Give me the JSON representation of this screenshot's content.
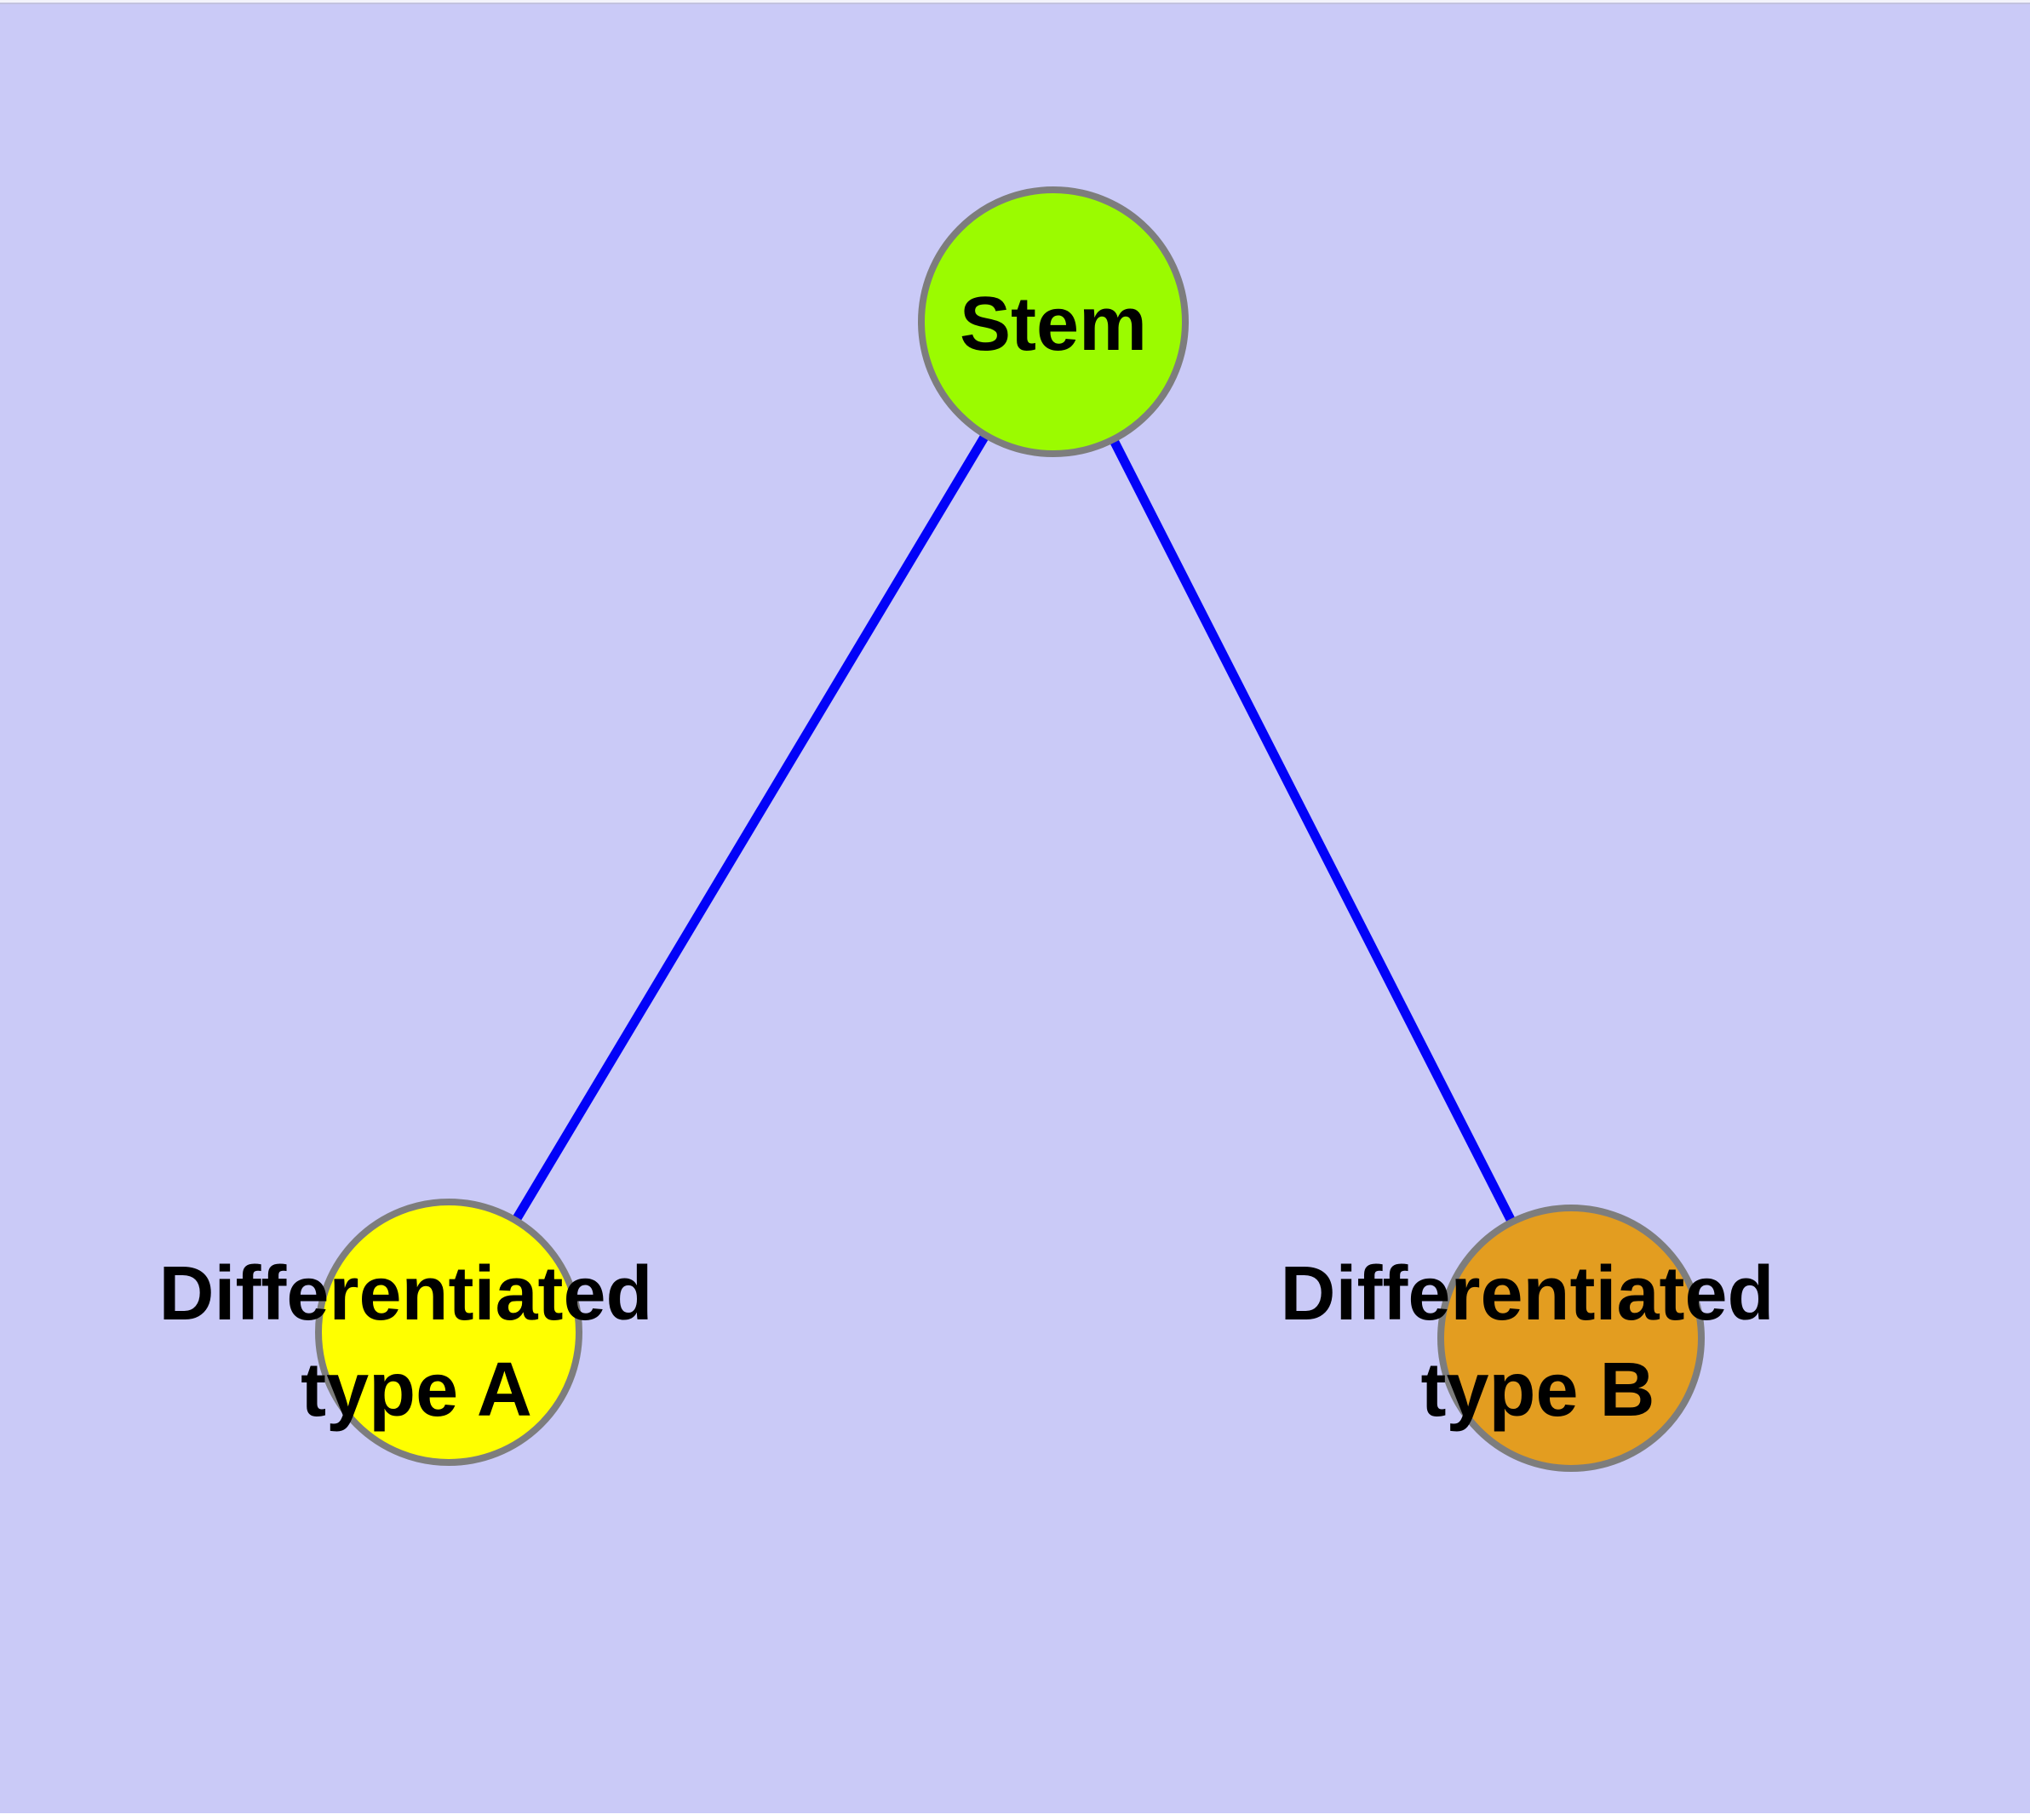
{
  "diagram": {
    "background_color": "#cacaf7",
    "top_margin_color": "#f3f3fb",
    "top_margin_line_color": "#c2c2df",
    "bottom_margin_color": "#ffffff",
    "edge_color": "#0202f8",
    "node_border_color": "#7d7d7d",
    "label_color": "#000000",
    "nodes": [
      {
        "id": "stem",
        "label": "Stem",
        "label_line1": "Stem",
        "label_line2": "",
        "color": "#9bfb00"
      },
      {
        "id": "type-a",
        "label": "Differentiated type A",
        "label_line1": "Differentiated",
        "label_line2": "type A",
        "color": "#ffff00"
      },
      {
        "id": "type-b",
        "label": "Differentiated type B",
        "label_line1": "Differentiated",
        "label_line2": "type B",
        "color": "#e39d20"
      }
    ],
    "edges": [
      {
        "from": "Stem",
        "to": "Differentiated type A"
      },
      {
        "from": "Stem",
        "to": "Differentiated type B"
      }
    ]
  }
}
